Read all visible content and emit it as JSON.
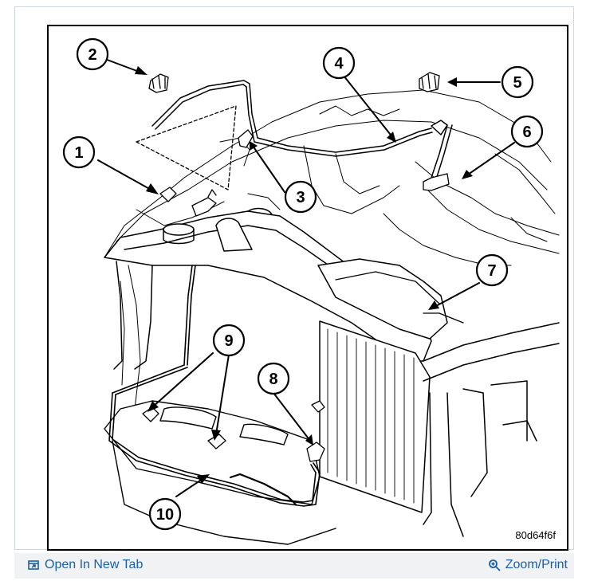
{
  "diagram": {
    "image_id": "80d64f6f",
    "callouts": [
      "1",
      "2",
      "3",
      "4",
      "5",
      "6",
      "7",
      "8",
      "9",
      "10"
    ]
  },
  "toolbar": {
    "open_tab_label": "Open In New Tab",
    "zoom_print_label": "Zoom/Print",
    "open_tab_icon": "open-new-tab-icon",
    "zoom_icon": "magnifier-icon",
    "link_color": "#1a5fa8"
  }
}
